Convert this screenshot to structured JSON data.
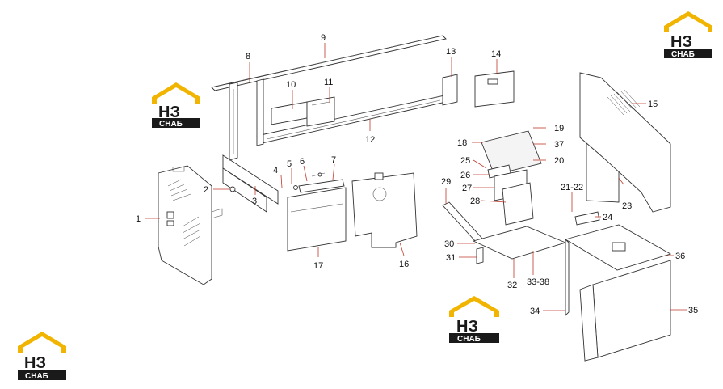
{
  "diagram": {
    "callouts": [
      "1",
      "2",
      "3",
      "4",
      "5",
      "6",
      "7",
      "8",
      "9",
      "10",
      "11",
      "12",
      "13",
      "14",
      "15",
      "16",
      "17",
      "18",
      "19",
      "20",
      "21",
      "22",
      "23",
      "24",
      "25",
      "26",
      "27",
      "28",
      "29",
      "30",
      "31",
      "32",
      "33",
      "34",
      "35",
      "36",
      "37",
      "38"
    ],
    "labels": {
      "c1": "1",
      "c2": "2",
      "c3": "3",
      "c4": "4",
      "c5": "5",
      "c6": "6",
      "c7": "7",
      "c8": "8",
      "c9": "9",
      "c10": "10",
      "c11": "11",
      "c12": "12",
      "c13": "13",
      "c14": "14",
      "c15": "15",
      "c16": "16",
      "c17": "17",
      "c18": "18",
      "c19": "19",
      "c20": "20",
      "c21_22": "21-22",
      "c23": "23",
      "c24": "24",
      "c25": "25",
      "c26": "26",
      "c27": "27",
      "c28": "28",
      "c29": "29",
      "c30": "30",
      "c31": "31",
      "c32": "32",
      "c33_38": "33-38",
      "c34": "34",
      "c35": "35",
      "c36": "36",
      "c37": "37"
    },
    "colors": {
      "leader": "#c0392b",
      "outline": "#333333"
    }
  },
  "watermark": {
    "logo_main": "НЗ",
    "logo_sub": "СНАБ",
    "colors": {
      "roof": "#f1b400",
      "band": "#1a1a1a"
    }
  }
}
